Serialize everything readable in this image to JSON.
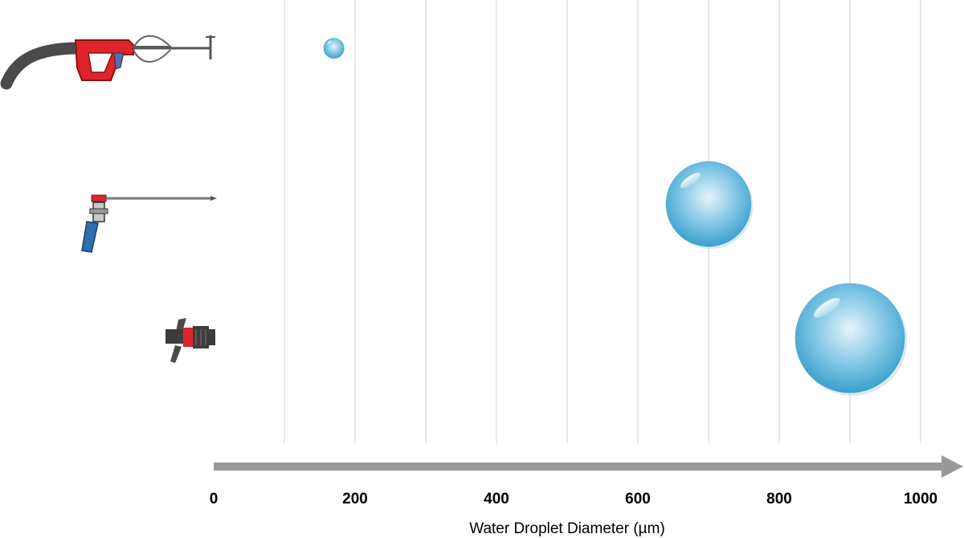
{
  "chart_data": {
    "type": "scatter",
    "title": "",
    "xlabel": "Water Droplet Diameter (µm)",
    "ylabel": "",
    "xlim": [
      0,
      1000
    ],
    "x_ticks": [
      0,
      200,
      400,
      600,
      800,
      1000
    ],
    "x_tick_labels": [
      "0",
      "200",
      "400",
      "600",
      "800",
      "1000"
    ],
    "grid": true,
    "grid_step": 100,
    "rows": [
      {
        "icon": "pistol-grip-wand-nozzle-icon",
        "droplet_diameter": 170
      },
      {
        "icon": "lance-applicator-nozzle-icon",
        "droplet_diameter": 700
      },
      {
        "icon": "fire-hose-nozzle-icon",
        "droplet_diameter": 900
      }
    ]
  },
  "colors": {
    "grid": "#cfcfcf",
    "axis": "#999999",
    "droplet_dark": "#2f9ac9",
    "droplet_mid": "#7cc4e4",
    "droplet_light": "#e6f4fb",
    "nozzle_red": "#e0242b",
    "hose_gray": "#4a4a4a",
    "grip_blue": "#2d6fb0",
    "text": "#000000"
  }
}
